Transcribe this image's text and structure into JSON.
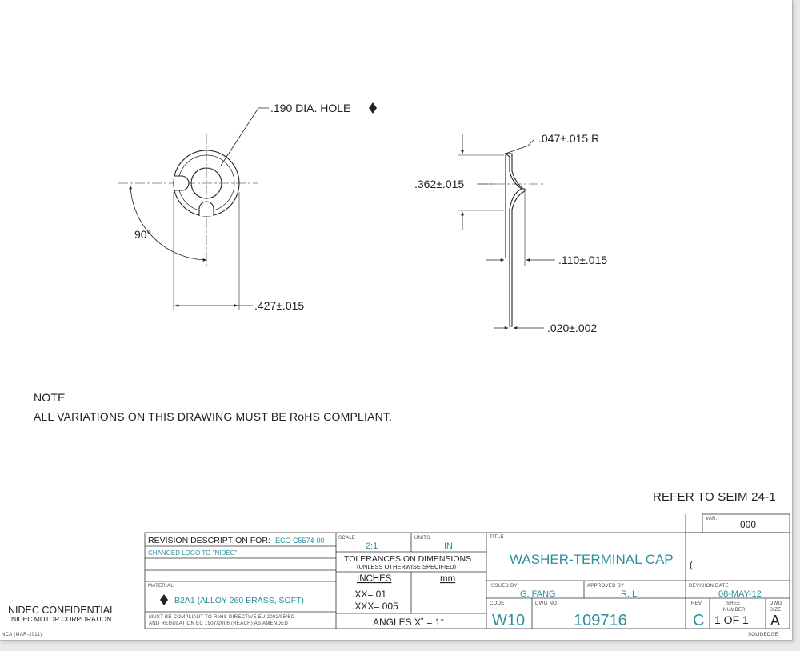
{
  "accent_color": "#2b8f9c",
  "views": {
    "hole_callout": ".190 DIA. HOLE",
    "angle": "90°",
    "width_dim": ".427±.015",
    "radius_dim": ".047±.015 R",
    "height_dim": ".362±.015",
    "depth_dim": ".110±.015",
    "thickness_dim": ".020±.002"
  },
  "notes": {
    "heading": "NOTE",
    "text": "ALL VARIATIONS ON THIS DRAWING MUST BE RoHS COMPLIANT.",
    "refer": "REFER TO SEIM 24-1"
  },
  "title_block": {
    "var_label": "VAR.",
    "var_value": "000",
    "revision_label": "REVISION DESCRIPTION FOR:",
    "eco": "ECO C5574-00",
    "revision_row1": "CHANGED LOGO TO \"NIDEC\"",
    "material_label": "MATERIAL",
    "material": "B2A1 (ALLOY 260 BRASS, SOFT)",
    "compliance_line1": "MUST BE COMPLIANT TO RoHS DIRECTIVE EU 2002/95/EC",
    "compliance_line2": "AND REGULATION EC 1907/2006 (REACH) AS AMENDED",
    "scale_label": "SCALE",
    "scale": "2:1",
    "units_label": "UNITS",
    "units": "IN",
    "tolerances_title": "TOLERANCES ON DIMENSIONS",
    "tolerances_sub": "(UNLESS OTHERWISE SPECIFIED)",
    "inches": "INCHES",
    "mm": "mm",
    "tol_xx": ".XX=.01",
    "tol_xxx": ".XXX=.005",
    "angles": "ANGLES  X˚ = 1°",
    "title_label": "TITLE",
    "title": "WASHER-TERMINAL CAP",
    "title_extra": "(",
    "issued_label": "ISSUED BY",
    "issued_by": "G. FANG",
    "approved_label": "APPROVED BY",
    "approved_by": "R. LI",
    "revision_date_label": "REVISION DATE",
    "revision_date": "08-MAY-12",
    "code_label": "CODE",
    "code": "W10",
    "dwg_no_label": "DWG NO.",
    "dwg_no": "109716",
    "rev_label": "REV",
    "rev": "C",
    "sheet_label": "SHEET",
    "sheet_label2": "NUMBER",
    "sheet_of": "1  OF  1",
    "size_label": "DWG",
    "size_label2": "SIZE",
    "size": "A"
  },
  "footer": {
    "confidential": "NIDEC CONFIDENTIAL",
    "corporation": "NIDEC MOTOR CORPORATION",
    "form": "NCA (MAR-2011)",
    "software": "SOLIDEDGE"
  }
}
